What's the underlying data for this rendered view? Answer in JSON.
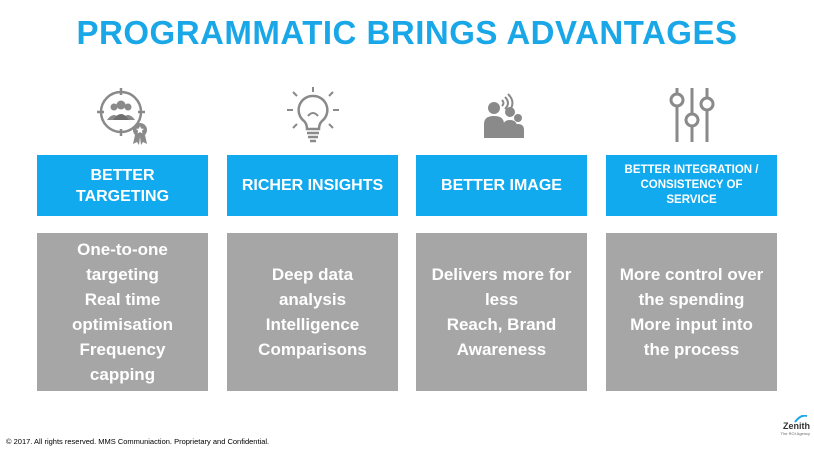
{
  "title": "PROGRAMMATIC BRINGS ADVANTAGES",
  "columns": [
    {
      "icon": "target-people-award-icon",
      "header": "BETTER TARGETING",
      "body": "One-to-one\ntargeting\nReal time\noptimisation\nFrequency\ncapping"
    },
    {
      "icon": "lightbulb-icon",
      "header": "RICHER INSIGHTS",
      "body": "Deep data\nanalysis\nIntelligence\nComparisons"
    },
    {
      "icon": "people-speaking-icon",
      "header": "BETTER IMAGE",
      "body": "Delivers more for\nless\nReach, Brand\nAwareness"
    },
    {
      "icon": "sliders-icon",
      "header": "BETTER INTEGRATION / CONSISTENCY OF SERVICE",
      "body": "More control over\nthe spending\nMore input into\nthe process"
    }
  ],
  "footer": "© 2017.  All rights reserved. MMS Communiaction. Proprietary and Confidential.",
  "logo": {
    "name": "Zenith",
    "tagline": "The ROI Agency"
  },
  "colors": {
    "accent": "#1aa7e8",
    "header_bg": "#12aaee",
    "body_bg": "#a6a6a6",
    "icon_gray": "#8a8a8a"
  }
}
